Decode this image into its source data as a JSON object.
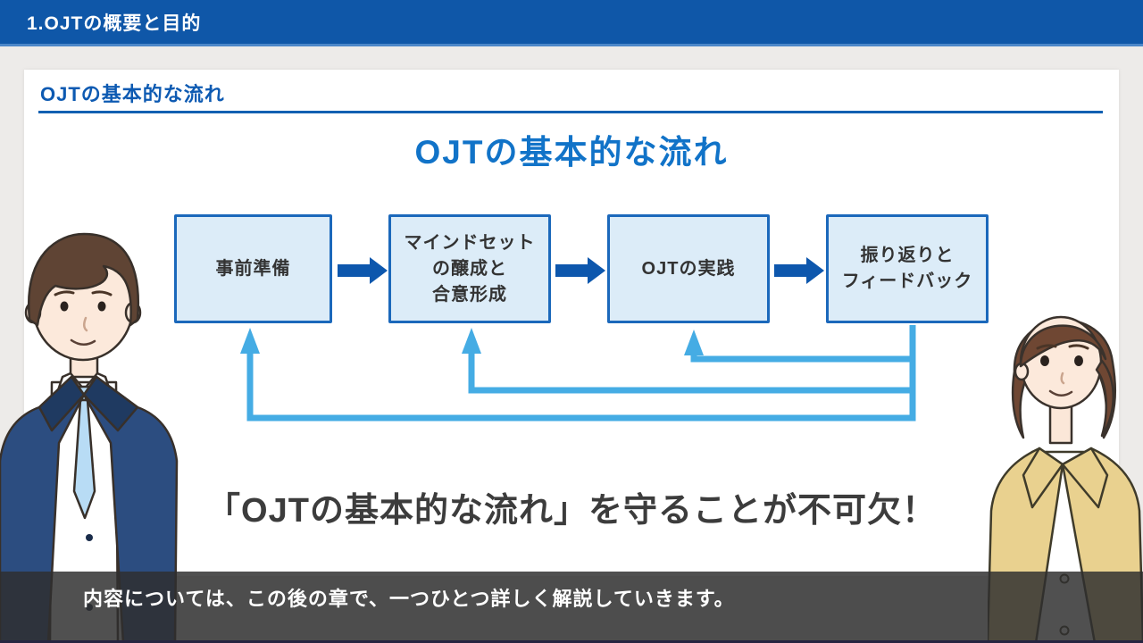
{
  "header": {
    "title": "1.OJTの概要と目的"
  },
  "slide": {
    "section_title": "OJTの基本的な流れ",
    "heading": "OJTの基本的な流れ",
    "flow": {
      "steps": [
        {
          "label": "事前準備"
        },
        {
          "label": "マインドセット\nの醸成と\n合意形成"
        },
        {
          "label": "OJTの実践"
        },
        {
          "label": "振り返りと\nフィードバック"
        }
      ],
      "feedback_loops": "最終ステップから前の各ステップへ戻る矢印"
    },
    "statement": "「OJTの基本的な流れ」を守ることが不可欠！"
  },
  "caption": {
    "text": "内容については、この後の章で、一つひとつ詳しく解説していきます。"
  },
  "palette": {
    "header_blue": "#0f57a8",
    "title_blue": "#0d5ab2",
    "heading_blue": "#1173c8",
    "box_fill": "#dcecf8",
    "box_border": "#1b68bb",
    "solid_arrow_blue": "#0d57ad",
    "feedback_arrow_blue": "#45ace4",
    "statement_gray": "#3c3c3c",
    "caption_bg": "rgba(47,47,47,0.84)"
  }
}
